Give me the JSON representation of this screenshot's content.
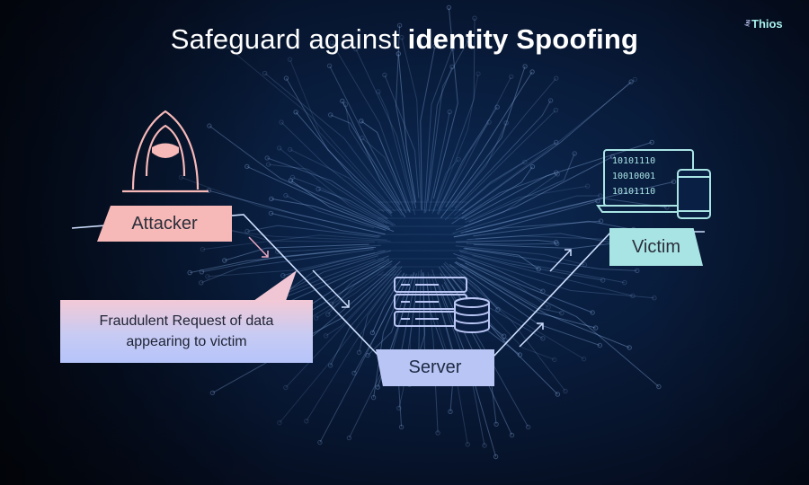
{
  "title": {
    "regular": "Safeguard against ",
    "bold": "identity Spoofing"
  },
  "brand": {
    "small": "Ny",
    "big": "Thios"
  },
  "labels": {
    "attacker": "Attacker",
    "victim": "Victim",
    "server": "Server"
  },
  "callout": {
    "line1": "Fraudulent Request of data",
    "line2": "appearing to victim"
  },
  "icons": {
    "attacker": "hooded-hacker-icon",
    "server": "server-database-icon",
    "victim": "laptop-phone-binary-icon"
  },
  "binary": [
    "10101110",
    "10010001",
    "10101110"
  ],
  "colors": {
    "attacker": "#f7b8b8",
    "victim": "#a9e4e5",
    "server": "#b9c6f5",
    "flow": "#cfe0ff"
  }
}
